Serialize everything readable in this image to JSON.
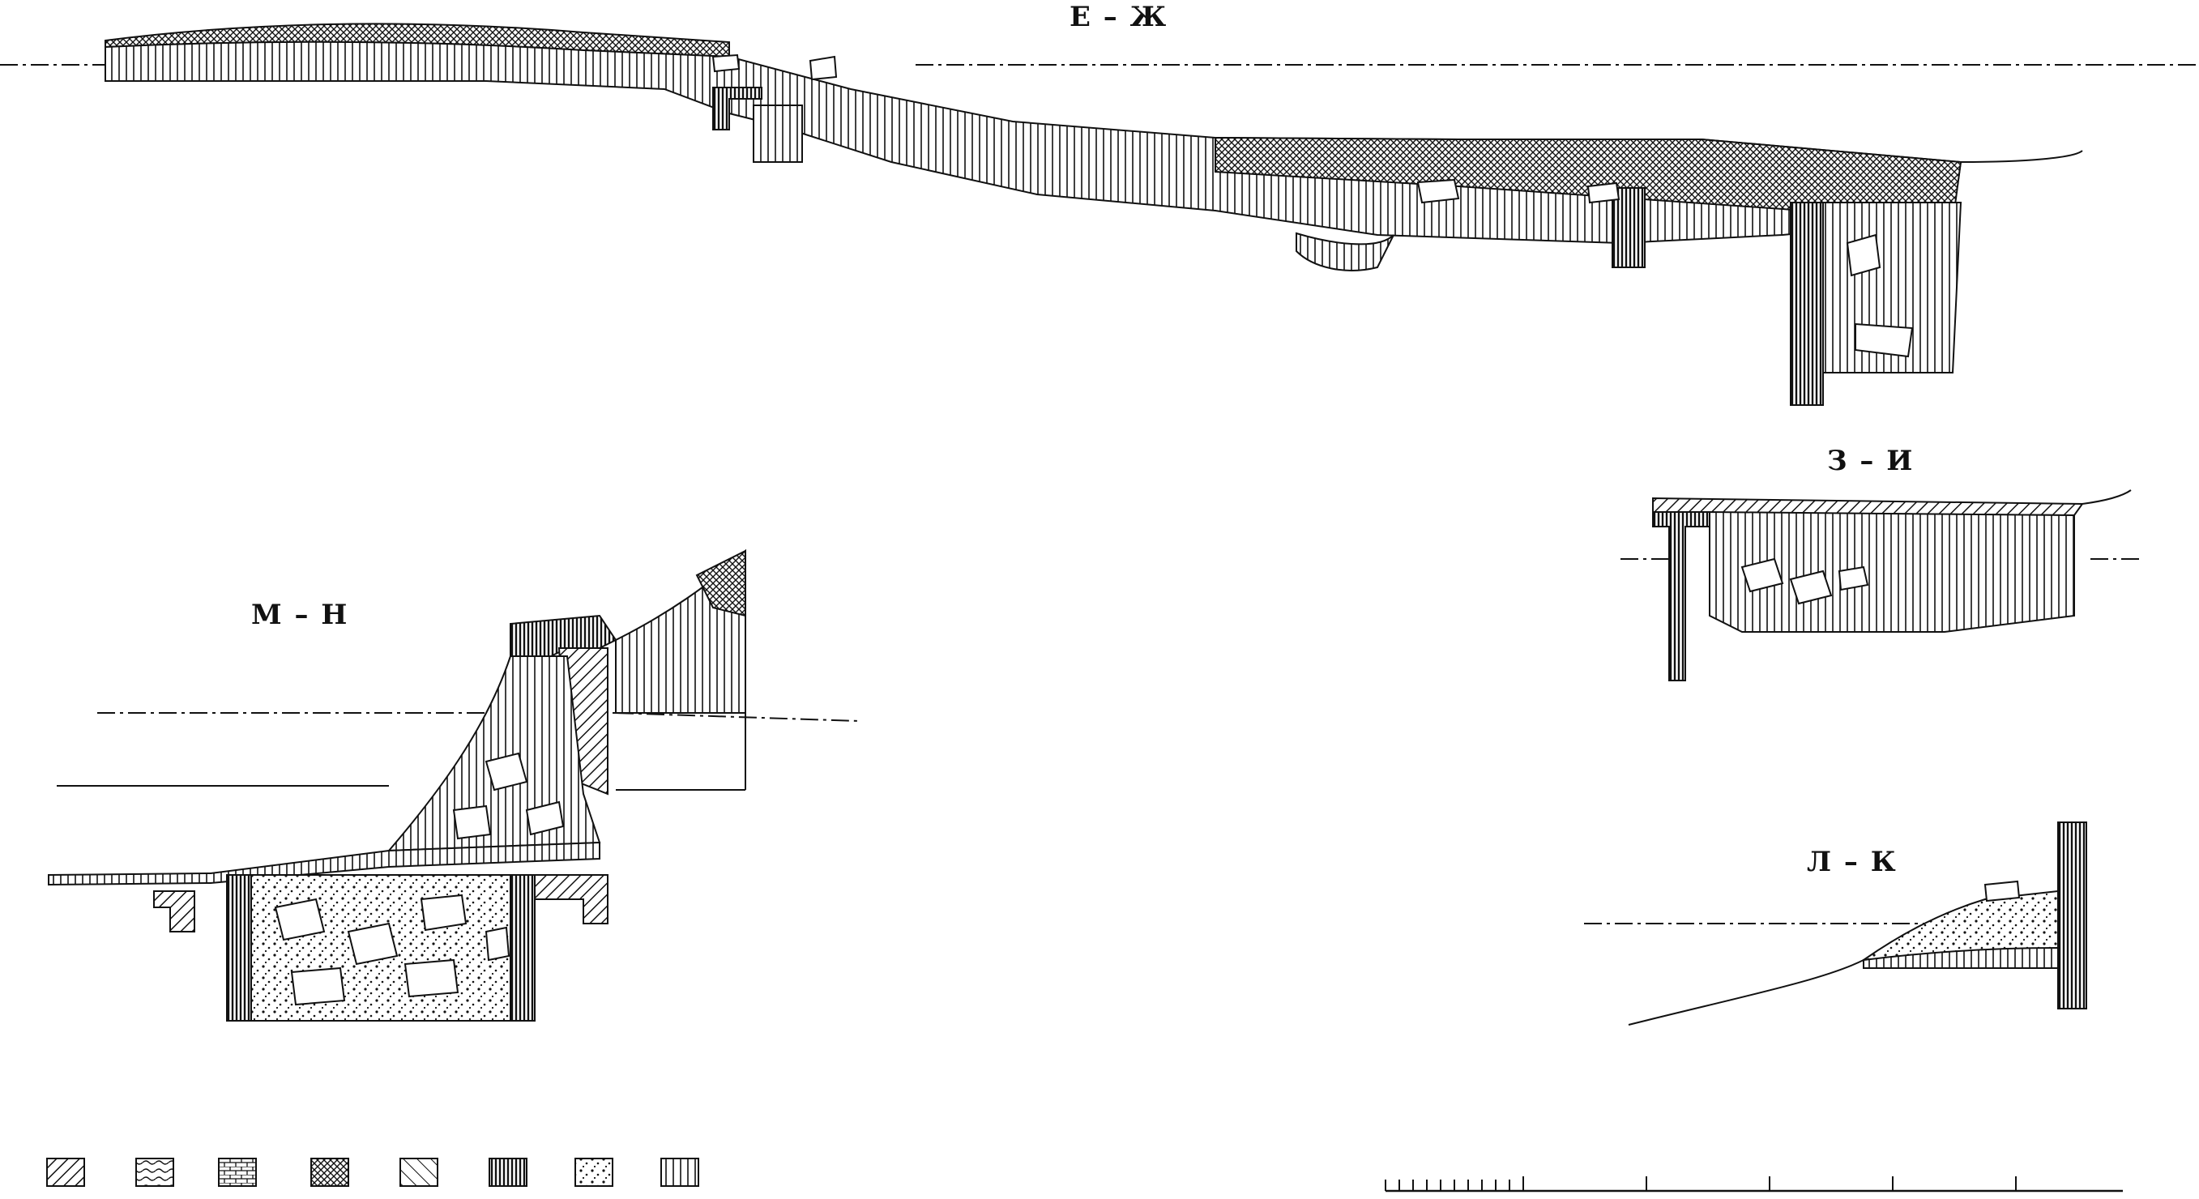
{
  "sections": [
    {
      "id": "e-zh",
      "label": "Е – Ж"
    },
    {
      "id": "z-i",
      "label": "З – И"
    },
    {
      "id": "m-n",
      "label": "М – Н"
    },
    {
      "id": "l-k",
      "label": "Л – К"
    }
  ],
  "legend": [
    {
      "id": "diagonal-hatch"
    },
    {
      "id": "wavy-fill"
    },
    {
      "id": "brick-fill"
    },
    {
      "id": "cross-hatch"
    },
    {
      "id": "reverse-diagonal"
    },
    {
      "id": "dense-vertical"
    },
    {
      "id": "dotted-fill"
    },
    {
      "id": "vertical-lines"
    }
  ],
  "colors": {
    "ink": "#111111",
    "paper": "#ffffff"
  }
}
